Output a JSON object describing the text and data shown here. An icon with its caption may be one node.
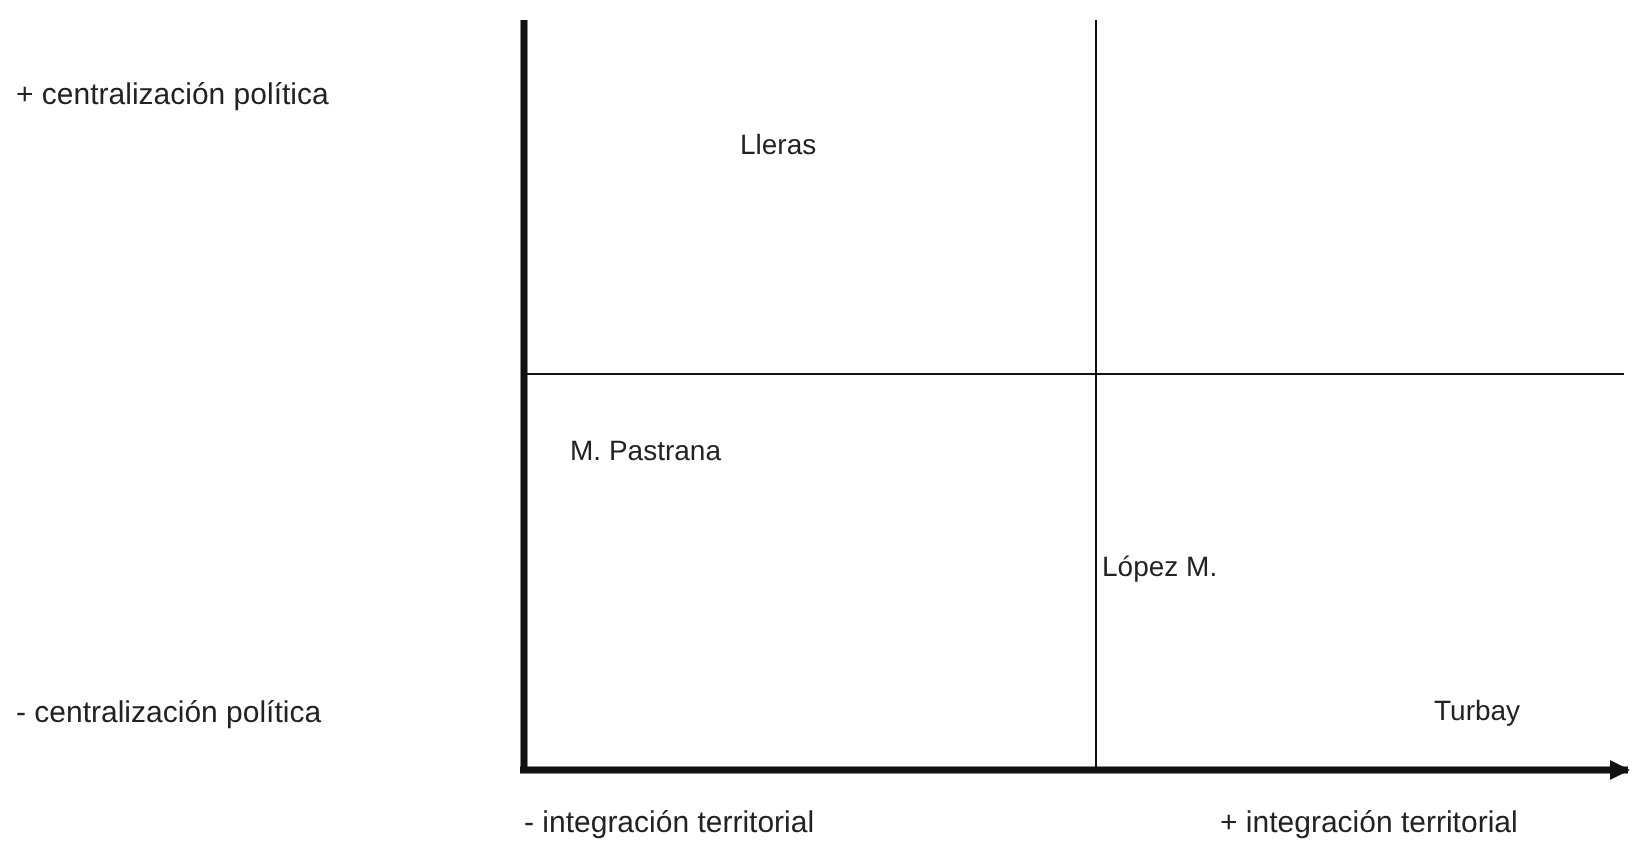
{
  "diagram": {
    "labels": [
      "+ centralización política",
      "Lleras",
      "M. Pastrana",
      "López M.",
      "- centralización política",
      "Turbay",
      "- integración territorial",
      "+ integración territorial"
    ]
  }
}
